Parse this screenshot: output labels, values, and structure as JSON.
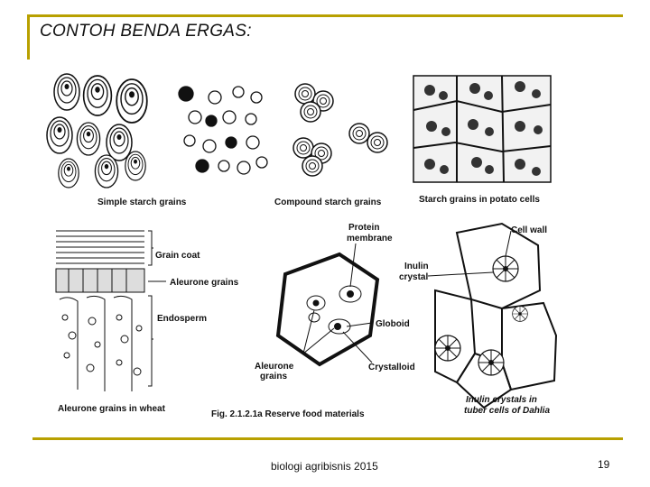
{
  "slide": {
    "title": "CONTOH BENDA ERGAS:",
    "footer": "biologi agribisnis 2015",
    "page_number": "19",
    "accent_color": "#b8a000"
  },
  "figure": {
    "panels": {
      "simple_starch": "Simple starch grains",
      "compound_starch": "Compound starch grains",
      "potato_cells": "Starch grains in potato cells"
    },
    "wheat": {
      "grain_coat": "Grain coat",
      "aleurone_grains": "Aleurone grains",
      "endosperm": "Endosperm",
      "caption": "Aleurone grains in wheat"
    },
    "center": {
      "protein_label_1": "Protein",
      "protein_label_2": "membrane",
      "globoid": "Globoid",
      "crystalloid": "Crystalloid",
      "aleurone_1": "Aleurone",
      "aleurone_2": "grains",
      "caption": "Fig. 2.1.2.1a Reserve food materials"
    },
    "dahlia": {
      "cell_wall": "Cell wall",
      "inulin_1": "Inulin",
      "inulin_2": "crystal",
      "caption_1": "Inulin crystals in",
      "caption_2": "tuber cells of Dahlia"
    }
  }
}
